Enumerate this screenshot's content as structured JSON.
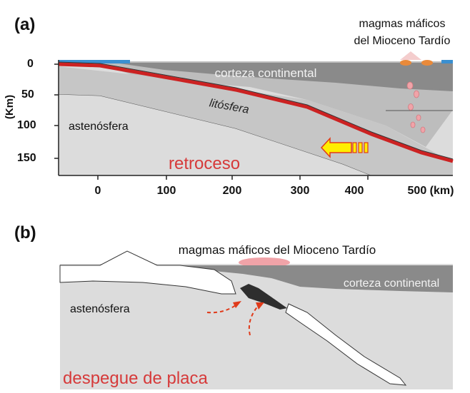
{
  "panel_a": {
    "label": "(a)",
    "magmas_line1": "magmas máficos",
    "magmas_line2": "del Mioceno Tardío",
    "corteza": "corteza continental",
    "litosfera": "litósfera",
    "astenosfera": "astenósfera",
    "retroceso": "retroceso",
    "y_axis_label": "(Km)",
    "y_ticks": [
      "0",
      "50",
      "100",
      "150"
    ],
    "x_ticks": [
      "0",
      "100",
      "200",
      "300",
      "400",
      "500 (km)"
    ]
  },
  "panel_b": {
    "label": "(b)",
    "magmas": "magmas máficos del Mioceno Tardío",
    "corteza": "corteza continental",
    "astenosfera": "astenósfera",
    "despegue": "despegue de placa"
  },
  "colors": {
    "mantle": "#dcdcdc",
    "lithosphere": "#bdbdbd",
    "crust": "#8a8a8a",
    "slab_red": "#cc2222",
    "ocean": "#3a8fd0",
    "arrow_yellow": "#ffee00",
    "magma_pink": "#f0a3a8",
    "text_red": "#d63a3a"
  }
}
